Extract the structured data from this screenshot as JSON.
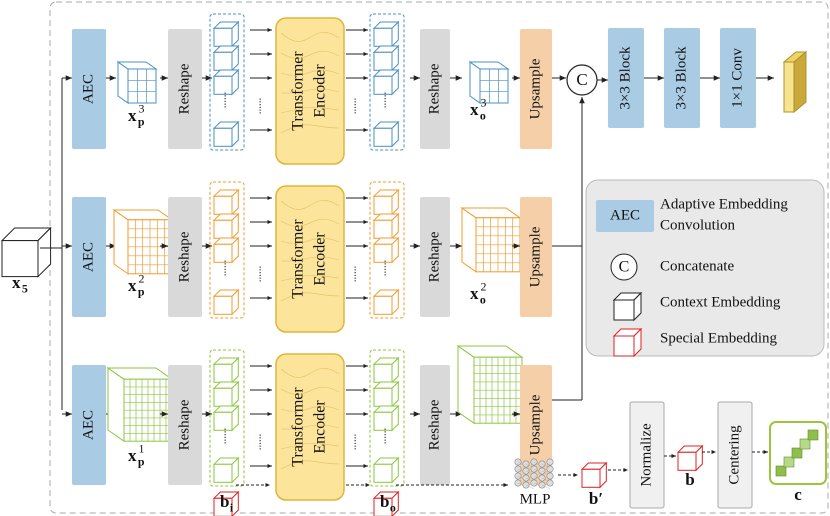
{
  "input": {
    "label": "x",
    "sub": "5"
  },
  "rows": [
    {
      "aec": "AEC",
      "patch": {
        "base": "x",
        "sub": "p",
        "sup": "3"
      },
      "reshape_in": "Reshape",
      "encoder": [
        "Transformer",
        "Encoder"
      ],
      "reshape_out": "Reshape",
      "out": {
        "base": "x",
        "sub": "o",
        "sup": "3"
      },
      "upsample": "Upsample",
      "ellipsis": "......",
      "color": "#4a8fc4"
    },
    {
      "aec": "AEC",
      "patch": {
        "base": "x",
        "sub": "p",
        "sup": "2"
      },
      "reshape_in": "Reshape",
      "encoder": [
        "Transformer",
        "Encoder"
      ],
      "reshape_out": "Reshape",
      "out": {
        "base": "x",
        "sub": "o",
        "sup": "2"
      },
      "upsample": "Upsample",
      "ellipsis": "......",
      "color": "#f29b30"
    },
    {
      "aec": "AEC",
      "patch": {
        "base": "x",
        "sub": "p",
        "sup": "1"
      },
      "reshape_in": "Reshape",
      "encoder": [
        "Transformer",
        "Encoder"
      ],
      "reshape_out": "Reshape",
      "out": {
        "base": "x",
        "sub": "o",
        "sup": "1"
      },
      "upsample": "Upsample",
      "ellipsis": "......",
      "color": "#8cc63f"
    }
  ],
  "concat_symbol": "C",
  "blocks": [
    "3×3 Block",
    "3×3 Block",
    "1×1 Conv"
  ],
  "bottom": {
    "b_i": {
      "base": "b",
      "sub": "i"
    },
    "b_o": {
      "base": "b",
      "sub": "o"
    },
    "mlp": "MLP",
    "b_prime": "b′",
    "normalize": "Normalize",
    "b": "b",
    "centering": "Centering",
    "c": "c"
  },
  "legend": [
    {
      "icon": "aec-box",
      "label": "AEC",
      "text": "Adaptive Embedding",
      "text2": "Convolution"
    },
    {
      "icon": "concat-circle",
      "label": "C",
      "text": "Concatenate"
    },
    {
      "icon": "context-cube",
      "text": "Context Embedding"
    },
    {
      "icon": "special-cube",
      "text": "Special Embedding"
    }
  ],
  "colors": {
    "aec": "#a9cbe3",
    "reshape": "#d9d9d9",
    "transformer": "#fde49b",
    "transformer_border": "#e0b53a",
    "upsample": "#f4cfa7",
    "block": "#a9cbe3",
    "legend_bg": "#e9e9e9",
    "special": "#e02020",
    "output_front": "#f0d466",
    "output_side": "#c9a93a",
    "c_icon": "#9bc53d"
  }
}
